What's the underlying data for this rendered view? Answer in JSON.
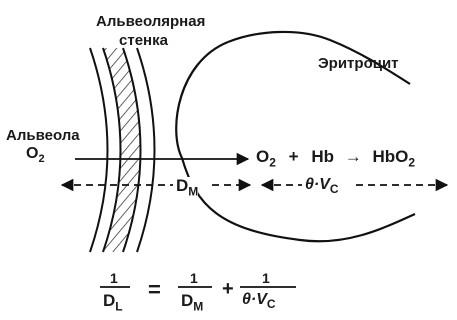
{
  "labels": {
    "alveolar_wall_line1": "Альвеолярная",
    "alveolar_wall_line2": "стенка",
    "erythrocyte": "Эритроцит",
    "alveolus": "Альвеола"
  },
  "reaction": {
    "o2_left": "O",
    "o2_left_sub": "2",
    "o2_right": "O",
    "o2_right_sub": "2",
    "plus": "+",
    "hb": "Hb",
    "arrow": "→",
    "hbo2": "HbO",
    "hbo2_sub": "2"
  },
  "resistances": {
    "dm": "D",
    "dm_sub": "M",
    "theta_vc": "θ·V",
    "theta_vc_sub": "C"
  },
  "formula": {
    "numerator": "1",
    "dl": "D",
    "dl_sub": "L",
    "equals": "=",
    "dm": "D",
    "dm_sub": "M",
    "plus": "+",
    "theta_vc": "θ·V",
    "theta_vc_sub": "C"
  }
}
